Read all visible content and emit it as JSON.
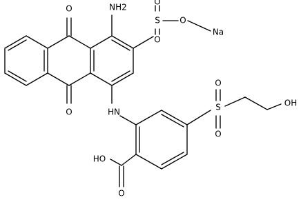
{
  "molecule": {
    "atoms": {
      "O_quinone_top": "O",
      "O_quinone_bottom": "O",
      "NH2": "NH2",
      "S_sulfonate": "S",
      "O_sulfonate_1": "O",
      "O_sulfonate_2": "O",
      "O_sulfonate_3": "O",
      "Na": "Na",
      "NH": "HN",
      "S_sulfone": "S",
      "O_sulfone_1": "O",
      "O_sulfone_2": "O",
      "OH_end": "OH",
      "COOH_HO": "HO",
      "COOH_O": "O"
    }
  }
}
